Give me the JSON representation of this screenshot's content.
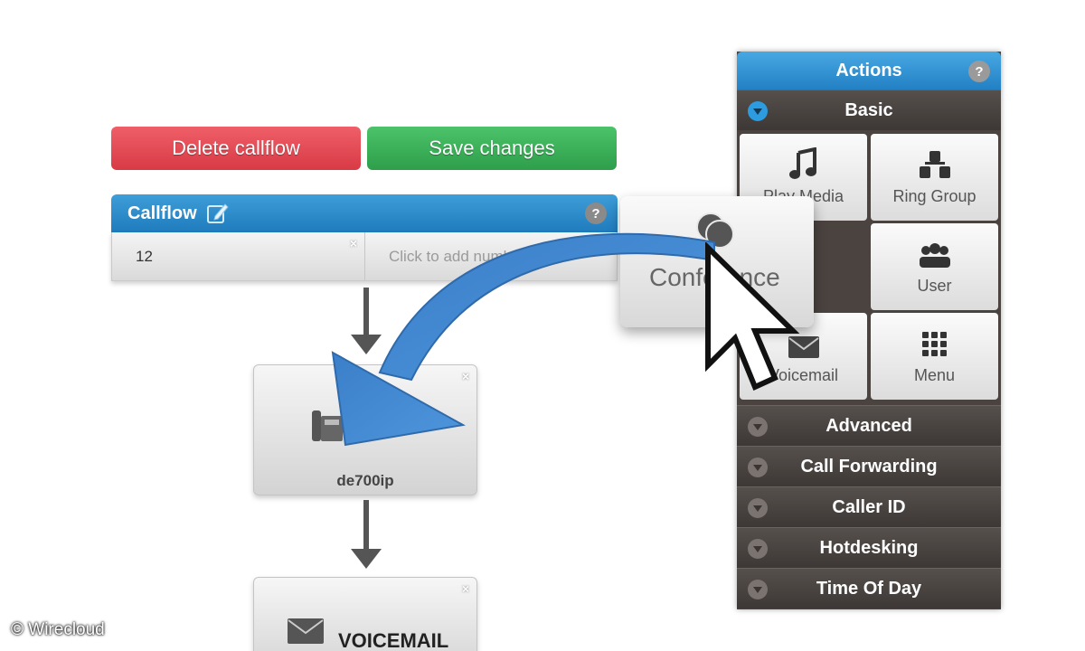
{
  "toolbar": {
    "delete_label": "Delete callflow",
    "save_label": "Save changes",
    "delete_color": "#df4650",
    "save_color": "#3bb05a"
  },
  "callflow": {
    "title": "Callflow",
    "help": "?",
    "number": "12",
    "add_placeholder": "Click to add number",
    "close": "×"
  },
  "nodes": [
    {
      "label": "de700ip",
      "icon": "phone-device-icon",
      "close": "×"
    },
    {
      "label": "VOICEMAIL",
      "icon": "envelope-icon",
      "close": "×"
    }
  ],
  "drag_item": {
    "label": "Conference",
    "icon": "conference-icon"
  },
  "actions": {
    "title": "Actions",
    "help": "?",
    "accent": "#2a8fd2",
    "sections": [
      {
        "label": "Basic",
        "expanded": true
      },
      {
        "label": "Advanced",
        "expanded": false
      },
      {
        "label": "Call Forwarding",
        "expanded": false
      },
      {
        "label": "Caller ID",
        "expanded": false
      },
      {
        "label": "Hotdesking",
        "expanded": false
      },
      {
        "label": "Time Of Day",
        "expanded": false
      }
    ],
    "tiles": [
      {
        "label": "Play Media",
        "icon": "music-note-icon"
      },
      {
        "label": "Ring Group",
        "icon": "ring-group-icon"
      },
      {
        "label": "User",
        "icon": "user-icon"
      },
      {
        "label": "Voicemail",
        "icon": "envelope-icon"
      },
      {
        "label": "Menu",
        "icon": "menu-grid-icon"
      }
    ]
  },
  "watermark": "© Wirecloud"
}
